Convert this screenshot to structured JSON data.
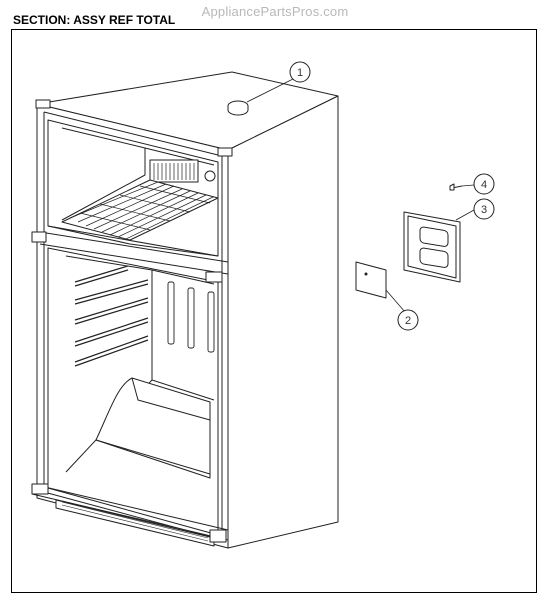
{
  "header": {
    "watermark": "AppliancePartsPros.com",
    "section_title": "SECTION: ASSY REF TOTAL"
  },
  "callouts": [
    {
      "id": "1",
      "label": "1"
    },
    {
      "id": "2",
      "label": "2"
    },
    {
      "id": "3",
      "label": "3"
    },
    {
      "id": "4",
      "label": "4"
    }
  ]
}
